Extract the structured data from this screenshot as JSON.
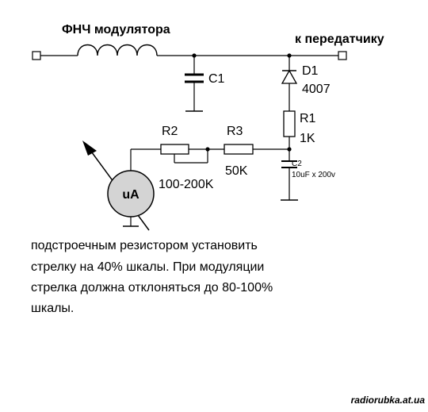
{
  "labels": {
    "lpf_title": "ФНЧ модулятора",
    "to_transmitter": "к передатчику",
    "c1": "C1",
    "d1": "D1",
    "d1_part": "4007",
    "r1": "R1",
    "r1_value": "1K",
    "r2": "R2",
    "r2_value": "100-200K",
    "r3": "R3",
    "r3_value": "50K",
    "c2": "C2",
    "c2_value": "10uF x 200v",
    "meter": "uA"
  },
  "note": {
    "line1": "подстроечным резистором установить",
    "line2": "стрелку на 40% шкалы. При модуляции",
    "line3": "стрелка должна отклоняться до 80-100%",
    "line4": "шкалы."
  },
  "watermark": "radiorubka.at.ua",
  "colors": {
    "meter_fill": "#d4d4d4",
    "line": "#000000"
  }
}
